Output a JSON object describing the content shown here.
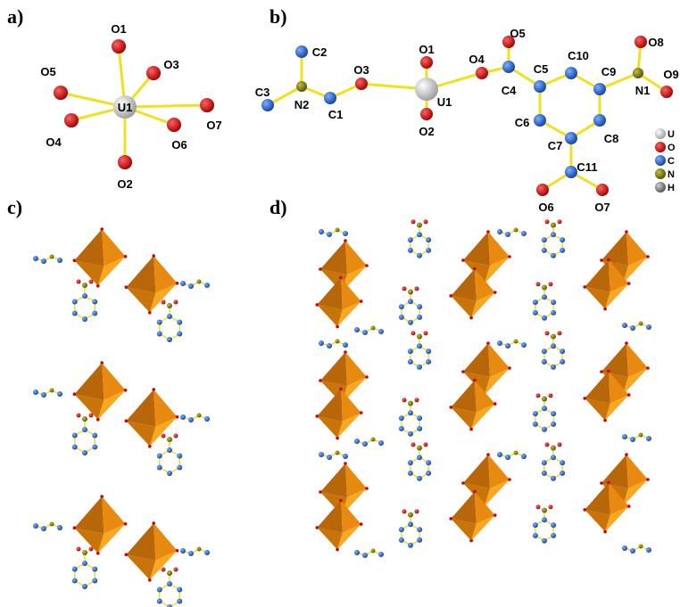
{
  "panels": {
    "a": "a)",
    "b": "b)",
    "c": "c)",
    "d": "d)"
  },
  "panel_a": {
    "center": "U1",
    "ligands": [
      "O1",
      "O2",
      "O3",
      "O4",
      "O5",
      "O6",
      "O7"
    ]
  },
  "panel_b": {
    "atoms": [
      "C1",
      "C2",
      "C3",
      "N2",
      "O3",
      "U1",
      "O1",
      "O2",
      "O4",
      "C4",
      "O5",
      "C5",
      "C6",
      "C7",
      "C8",
      "C9",
      "C10",
      "C11",
      "N1",
      "O6",
      "O7",
      "O8",
      "O9"
    ]
  },
  "legend": [
    {
      "label": "U",
      "color": "#d8d8d8"
    },
    {
      "label": "O",
      "color": "#e00000"
    },
    {
      "label": "C",
      "color": "#2a6ee0"
    },
    {
      "label": "N",
      "color": "#7a7a10"
    },
    {
      "label": "H",
      "color": "#8a8a8a"
    }
  ],
  "colors": {
    "bond": "#f0e020",
    "polyhedron": "#e88a10",
    "polyhedron_dark": "#b8660a"
  }
}
